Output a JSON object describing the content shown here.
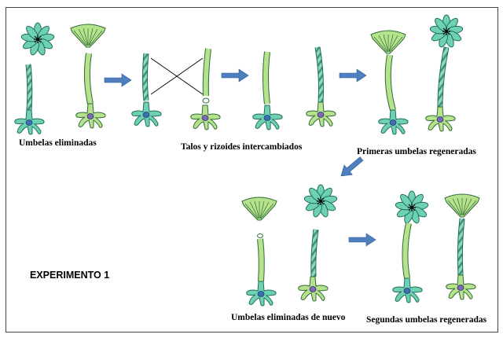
{
  "colors": {
    "cap_green": "#b5e28a",
    "stalk_green": "#b5e28a",
    "rhizoid_green": "#b5e28a",
    "teal_cap": "#6fd1b4",
    "teal_stalk": "#8fd8c4",
    "nucleus": "#7b6db5",
    "arrow_blue": "#4e7fbf"
  },
  "captions": {
    "step1": "Umbelas eliminadas",
    "step2": "Talos y rizoides intercambiados",
    "step3": "Primeras umbelas regeneradas",
    "step4": "Umbelas eliminadas de nuevo",
    "step5": "Segundas umbelas regeneradas",
    "experiment": "EXPERIMENTO 1"
  }
}
